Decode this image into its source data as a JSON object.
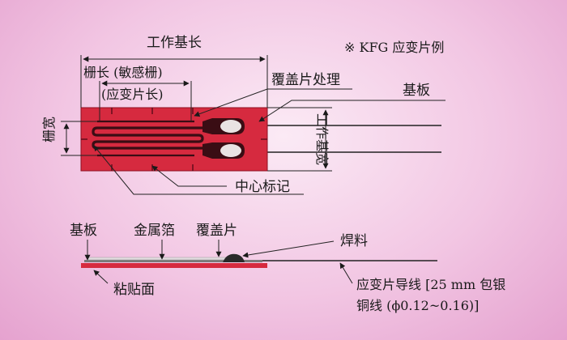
{
  "labels": {
    "gauge_length": "工作基长",
    "grid_length": "栅长 (敏感栅)",
    "grid_length_alt": "(应变片长)",
    "cover_treatment": "覆盖片处理",
    "example_note": "※ KFG 应变片例",
    "base": "基板",
    "grid_width": "栅宽",
    "base_width": "工作基宽",
    "center_mark": "中心标记",
    "base_bottom": "基板",
    "metal_foil": "金属箔",
    "cover_plate": "覆盖片",
    "solder": "焊料",
    "bonding_surface": "粘贴面",
    "lead_line1": "应变片导线 [25 mm 包银",
    "lead_line2": "铜线 (ϕ0.12~0.16)]"
  },
  "colors": {
    "gauge_base": "#d62a3f",
    "grid": "#3a0d14",
    "tab": "#e9e3e3",
    "text": "#1a1a1a"
  }
}
